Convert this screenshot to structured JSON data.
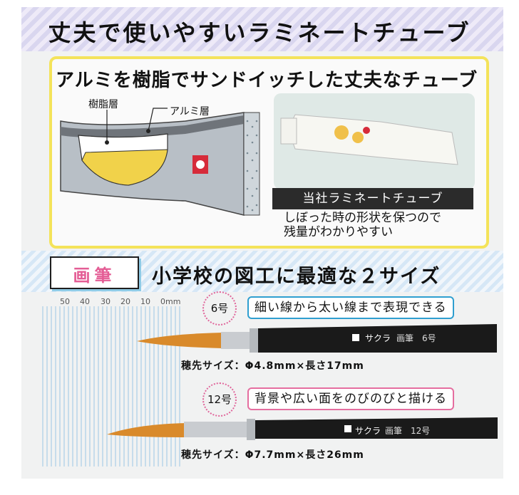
{
  "header": {
    "title": "丈夫で使いやすいラミネートチューブ"
  },
  "tube_section": {
    "title": "アルミを樹脂でサンドイッチした丈夫なチューブ",
    "label_resin": "樹脂層",
    "label_aluminum": "アルミ層",
    "photo_label": "当社ラミネートチューブ",
    "desc_line1": "しぼった時の形状を保つので",
    "desc_line2": "残量がわかりやすい"
  },
  "brush_section": {
    "tag": "画筆",
    "title": "小学校の図工に最適な２サイズ",
    "ruler_labels": [
      "50",
      "40",
      "30",
      "20",
      "10",
      "0mm"
    ],
    "brushes": [
      {
        "badge": "6号",
        "caption": "細い線から太い線まで表現できる",
        "handle_text": "画筆　6号",
        "brand": "サクラ",
        "size_text": "穂先サイズ：Φ4.8mm×長さ17mm"
      },
      {
        "badge": "12号",
        "caption": "背景や広い面をのびのびと描ける",
        "handle_text": "画筆　12号",
        "brand": "サクラ",
        "size_text": "穂先サイズ：Φ7.7mm×長さ26mm"
      }
    ]
  },
  "colors": {
    "accent_yellow": "#f4e35a",
    "accent_pink": "#e45d95",
    "accent_blue": "#2f9fd0",
    "brush_tip": "#d98a2b",
    "handle": "#1a1a1a"
  }
}
